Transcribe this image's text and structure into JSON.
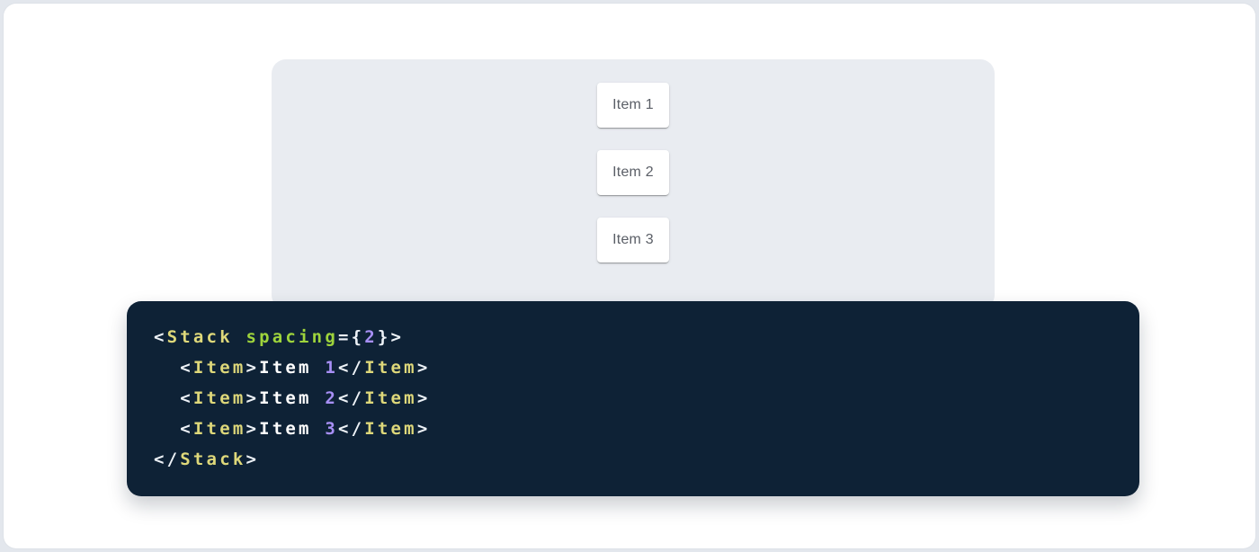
{
  "page": {
    "backdrop_color": "#e3e7ed",
    "card_color": "#ffffff"
  },
  "demo": {
    "panel_color": "#e9ecf1",
    "item_background": "#ffffff",
    "item_text_color": "#5a5e66",
    "items": [
      {
        "label": "Item 1"
      },
      {
        "label": "Item 2"
      },
      {
        "label": "Item 3"
      }
    ]
  },
  "code_block": {
    "background": "#0e2236",
    "colors": {
      "punctuation": "#eef3f8",
      "tag": "#ded87a",
      "attr": "#9ed43c",
      "number": "#a78ff5",
      "text": "#ffffff"
    },
    "lines": [
      [
        {
          "t": "<",
          "c": "punctuation"
        },
        {
          "t": "Stack",
          "c": "tag"
        },
        {
          "t": " ",
          "c": "text"
        },
        {
          "t": "spacing",
          "c": "attr"
        },
        {
          "t": "=",
          "c": "punctuation"
        },
        {
          "t": "{",
          "c": "punctuation"
        },
        {
          "t": "2",
          "c": "number"
        },
        {
          "t": "}",
          "c": "punctuation"
        },
        {
          "t": ">",
          "c": "punctuation"
        }
      ],
      [
        {
          "t": "  ",
          "c": "text"
        },
        {
          "t": "<",
          "c": "punctuation"
        },
        {
          "t": "Item",
          "c": "tag"
        },
        {
          "t": ">",
          "c": "punctuation"
        },
        {
          "t": "Item ",
          "c": "text"
        },
        {
          "t": "1",
          "c": "number"
        },
        {
          "t": "</",
          "c": "punctuation"
        },
        {
          "t": "Item",
          "c": "tag"
        },
        {
          "t": ">",
          "c": "punctuation"
        }
      ],
      [
        {
          "t": "  ",
          "c": "text"
        },
        {
          "t": "<",
          "c": "punctuation"
        },
        {
          "t": "Item",
          "c": "tag"
        },
        {
          "t": ">",
          "c": "punctuation"
        },
        {
          "t": "Item ",
          "c": "text"
        },
        {
          "t": "2",
          "c": "number"
        },
        {
          "t": "</",
          "c": "punctuation"
        },
        {
          "t": "Item",
          "c": "tag"
        },
        {
          "t": ">",
          "c": "punctuation"
        }
      ],
      [
        {
          "t": "  ",
          "c": "text"
        },
        {
          "t": "<",
          "c": "punctuation"
        },
        {
          "t": "Item",
          "c": "tag"
        },
        {
          "t": ">",
          "c": "punctuation"
        },
        {
          "t": "Item ",
          "c": "text"
        },
        {
          "t": "3",
          "c": "number"
        },
        {
          "t": "</",
          "c": "punctuation"
        },
        {
          "t": "Item",
          "c": "tag"
        },
        {
          "t": ">",
          "c": "punctuation"
        }
      ],
      [
        {
          "t": "</",
          "c": "punctuation"
        },
        {
          "t": "Stack",
          "c": "tag"
        },
        {
          "t": ">",
          "c": "punctuation"
        }
      ]
    ]
  }
}
